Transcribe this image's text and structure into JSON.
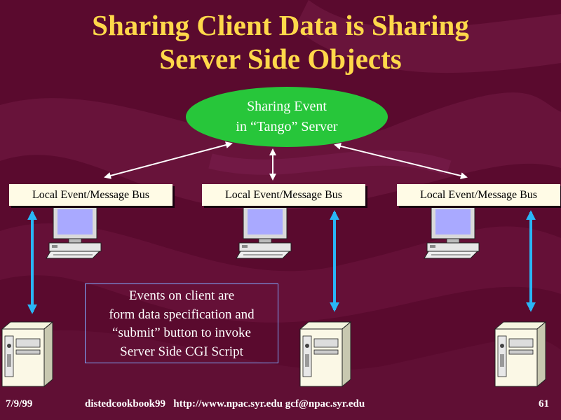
{
  "slide": {
    "title_line1": "Sharing Client Data is Sharing",
    "title_line2": "Server Side Objects",
    "server": {
      "line1": "Sharing Event",
      "line2": "in “Tango” Server"
    },
    "buses": [
      {
        "label": "Local Event/Message Bus"
      },
      {
        "label": "Local Event/Message Bus"
      },
      {
        "label": "Local Event/Message Bus"
      }
    ],
    "note": {
      "lines": [
        "Events on client are",
        "form data specification and",
        "“submit” button to invoke",
        "Server Side CGI Script"
      ]
    },
    "footer": {
      "date": "7/9/99",
      "center": "distedcookbook99   http://www.npac.syr.edu gcf@npac.syr.edu",
      "page": "61"
    }
  },
  "colors": {
    "background": "#5a0a2e",
    "title": "#ffd84a",
    "ellipse": "#27c63a",
    "bus_box": "#fffbe6",
    "vertical_arrow": "#29b6f6",
    "note_border": "#7fa8ff"
  },
  "icons": [
    "desktop-computer-icon",
    "server-tower-icon",
    "double-arrow-icon"
  ]
}
